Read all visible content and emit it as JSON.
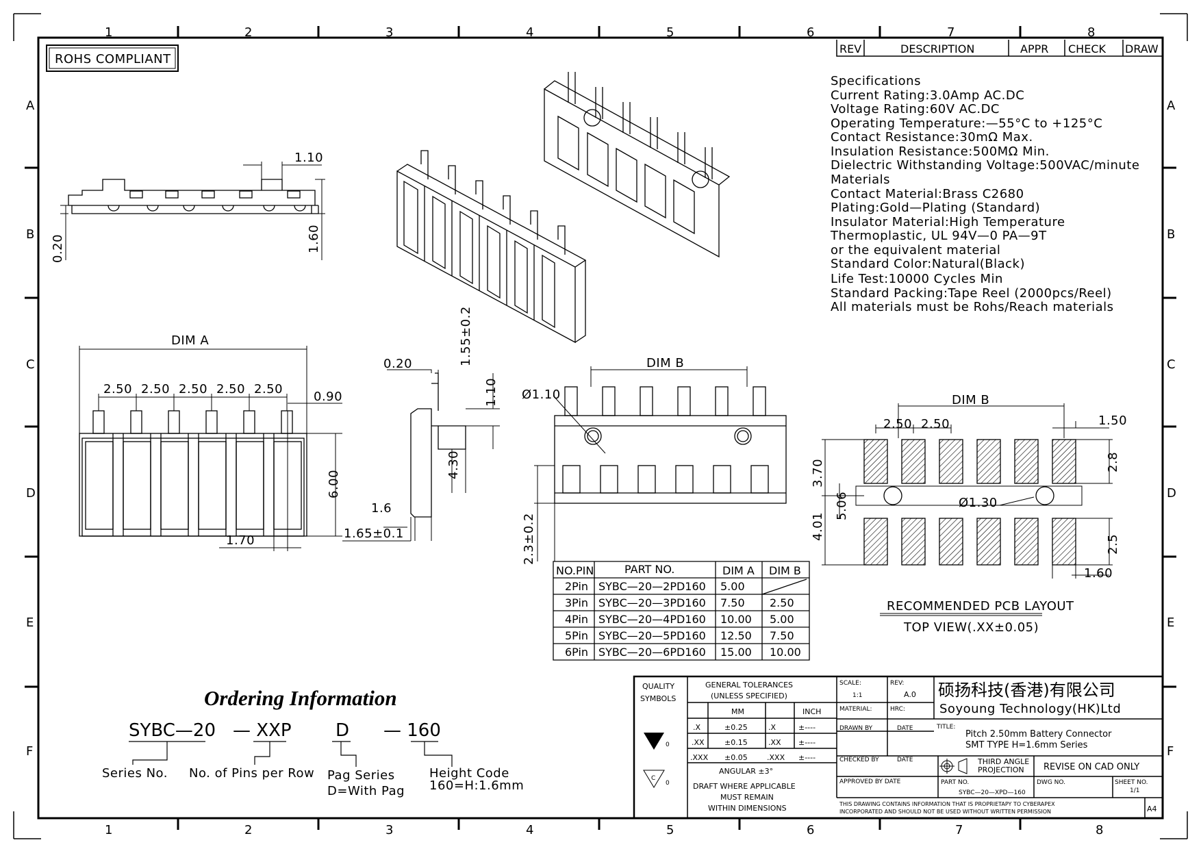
{
  "grid": {
    "cols": [
      "1",
      "2",
      "3",
      "4",
      "5",
      "6",
      "7",
      "8"
    ],
    "rows": [
      "A",
      "B",
      "C",
      "D",
      "E",
      "F"
    ]
  },
  "rohs": "ROHS COMPLIANT",
  "rev_header": {
    "rev": "REV",
    "description": "DESCRIPTION",
    "appr": "APPR",
    "check": "CHECK",
    "draw": "DRAW"
  },
  "specs": [
    "Specifications",
    "Current  Rating:3.0Amp  AC.DC",
    "Voltage  Rating:60V  AC.DC",
    "Operating  Temperature:—55°C  to  +125°C",
    "Contact  Resistance:30mΩ  Max.",
    "Insulation  Resistance:500MΩ  Min.",
    "Dielectric  Withstanding  Voltage:500VAC/minute",
    "Materials",
    "Contact  Material:Brass  C2680",
    "Plating:Gold—Plating  (Standard)",
    "Insulator  Material:High  Temperature",
    "Thermoplastic,  UL  94V—0  PA—9T",
    "or  the  equivalent  material",
    "Standard  Color:Natural(Black)",
    "Life  Test:10000  Cycles  Min",
    "Standard  Packing:Tape  Reel  (2000pcs/Reel)",
    "All  materials  must  be  Rohs/Reach  materials"
  ],
  "dims": {
    "d_110": "1.10",
    "d_020": "0.20",
    "d_160": "1.60",
    "dim_a": "DIM  A",
    "pitch": "2.50",
    "d_090": "0.90",
    "d_600": "6.00",
    "d_170": "1.70",
    "d_020b": "0.20",
    "d_155": "1.55±0.2",
    "d_110b": "1.10",
    "d_430": "4.30",
    "d_16": "1.6",
    "d_165": "1.65±0.1",
    "dim_b": "DIM  B",
    "phi110": "Ø1.10",
    "d_23": "2.3±0.2",
    "dim_b2": "DIM  B",
    "d_150": "1.50",
    "d_370": "3.70",
    "d_28": "2.8",
    "d_506": "5.06",
    "phi130": "Ø1.30",
    "d_401": "4.01",
    "d_25": "2.5",
    "d_160b": "1.60"
  },
  "pcb_label": "RECOMMENDED  PCB  LAYOUT",
  "pcb_sub": "TOP  VIEW(.XX±0.05)",
  "table": {
    "headers": [
      "NO.PIN",
      "PART  NO.",
      "DIM  A",
      "DIM  B"
    ],
    "rows": [
      [
        "2Pin",
        "SYBC—20—2PD160",
        "5.00",
        ""
      ],
      [
        "3Pin",
        "SYBC—20—3PD160",
        "7.50",
        "2.50"
      ],
      [
        "4Pin",
        "SYBC—20—4PD160",
        "10.00",
        "5.00"
      ],
      [
        "5Pin",
        "SYBC—20—5PD160",
        "12.50",
        "7.50"
      ],
      [
        "6Pin",
        "SYBC—20—6PD160",
        "15.00",
        "10.00"
      ]
    ]
  },
  "ordering": {
    "title": "Ordering Information",
    "code": [
      "SYBC—20",
      "—  XXP",
      "D",
      "—  160"
    ],
    "labels": [
      "Series  No.",
      "No.  of  Pins  per  Row",
      "Pag  Series",
      "D=With  Pag",
      "Height  Code",
      "160=H:1.6mm"
    ]
  },
  "titleblock": {
    "quality": "QUALITY",
    "symbols": "SYMBOLS",
    "gt1": "GENERAL  TOLERANCES",
    "gt2": "(UNLESS  SPECIFIED)",
    "mm": "MM",
    "inch": "INCH",
    "tol": [
      [
        ".X",
        "±0.25",
        ".X",
        "±----"
      ],
      [
        ".XX",
        "±0.15",
        ".XX",
        "±----"
      ],
      [
        ".XXX",
        "±0.05",
        ".XXX",
        "±----"
      ]
    ],
    "angular": "ANGULAR  ±3°",
    "draft1": "DRAFT  WHERE  APPLICABLE",
    "draft2": "MUST  REMAIN",
    "draft3": "WITHIN  DIMENSIONS",
    "sym0a": "0",
    "sym0b": "0",
    "symc": "C",
    "scale_l": "SCALE:",
    "scale_v": "1:1",
    "rev_l": "REV:",
    "rev_v": "A.0",
    "material_l": "MATERIAL:",
    "hrc_l": "HRC:",
    "drawn_l": "DRAWN  BY",
    "date1": "DATE",
    "checked_l": "CHECKED  BY",
    "date2": "DATE",
    "approved_l": "APPROVED  BY  DATE",
    "company_cn": "硕扬科技(香港)有限公司",
    "company_en": "Soyoung  Technology(HK)Ltd",
    "title_l": "TITLE:",
    "title1": "Pitch  2.50mm  Battery  Connector",
    "title2": "SMT  TYPE  H=1.6mm  Series",
    "third1": "THIRD  ANGLE",
    "third2": "PROJECTION",
    "revise": "REVISE  ON  CAD  ONLY",
    "part_l": "PART  NO.",
    "part_v": "SYBC—20—XPD—160",
    "dwg_l": "DWG  NO.",
    "sheet_l": "SHEET  NO.",
    "sheet_v": "1/1",
    "notice1": "THIS  DRAWING  CONTAINS  INFORMATION  THAT  IS  PROPRIETAPY  TO  CYBERAPEX",
    "notice2": "INCORPORATED  AND  SHOULD  NOT  BE  USED  WITHOUT  WRITTEN  PERMISSION",
    "a4": "A4"
  }
}
